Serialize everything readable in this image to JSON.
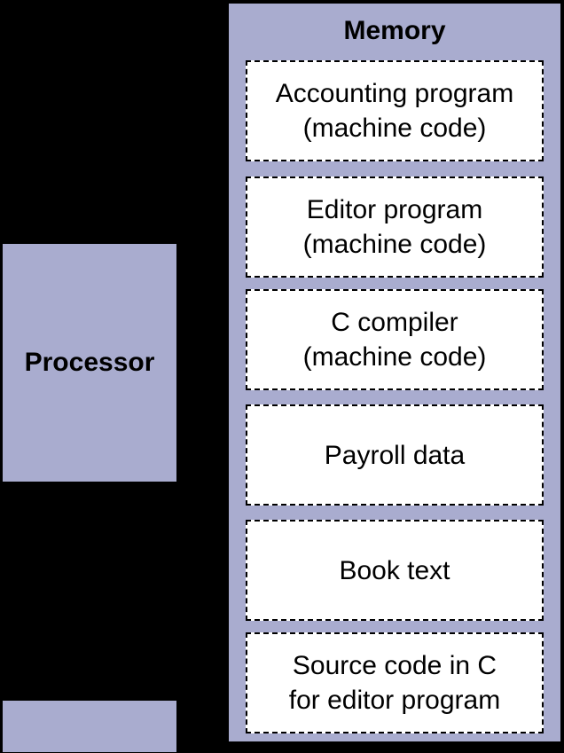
{
  "processor": {
    "label": "Processor"
  },
  "memory": {
    "title": "Memory",
    "slots": [
      {
        "text": "Accounting program\n(machine code)"
      },
      {
        "text": "Editor program\n(machine code)"
      },
      {
        "text": "C compiler\n(machine code)"
      },
      {
        "text": "Payroll data"
      },
      {
        "text": "Book text"
      },
      {
        "text": "Source code in C\nfor editor program"
      }
    ]
  },
  "colors": {
    "background": "#000000",
    "box_fill": "#a9accf",
    "slot_fill": "#ffffff"
  }
}
